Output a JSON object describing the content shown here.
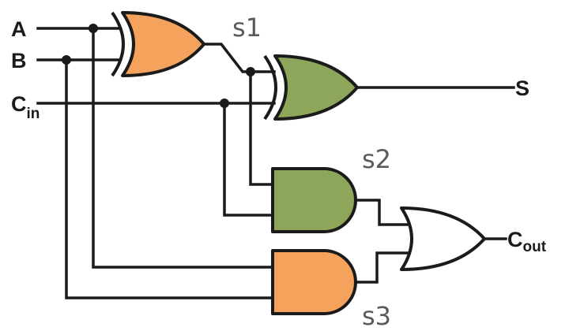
{
  "inputs": {
    "a": "A",
    "b": "B",
    "cin_main": "C",
    "cin_sub": "in"
  },
  "outputs": {
    "s": "S",
    "cout_main": "C",
    "cout_sub": "out"
  },
  "signals": {
    "s1": "s1",
    "s2": "s2",
    "s3": "s3"
  },
  "gates": [
    {
      "id": "xor-1",
      "type": "XOR",
      "color": "#f5a25d"
    },
    {
      "id": "xor-2",
      "type": "XOR",
      "color": "#8ea65a"
    },
    {
      "id": "and-1",
      "type": "AND",
      "color": "#8ea65a"
    },
    {
      "id": "and-2",
      "type": "AND",
      "color": "#f5a25d"
    },
    {
      "id": "or-1",
      "type": "OR",
      "color": "#ffffff"
    }
  ],
  "colors": {
    "wire": "#1b1b1b",
    "orange": "#f5a25d",
    "green": "#8ea65a",
    "white": "#ffffff",
    "label_gray": "#5a5a5a"
  }
}
